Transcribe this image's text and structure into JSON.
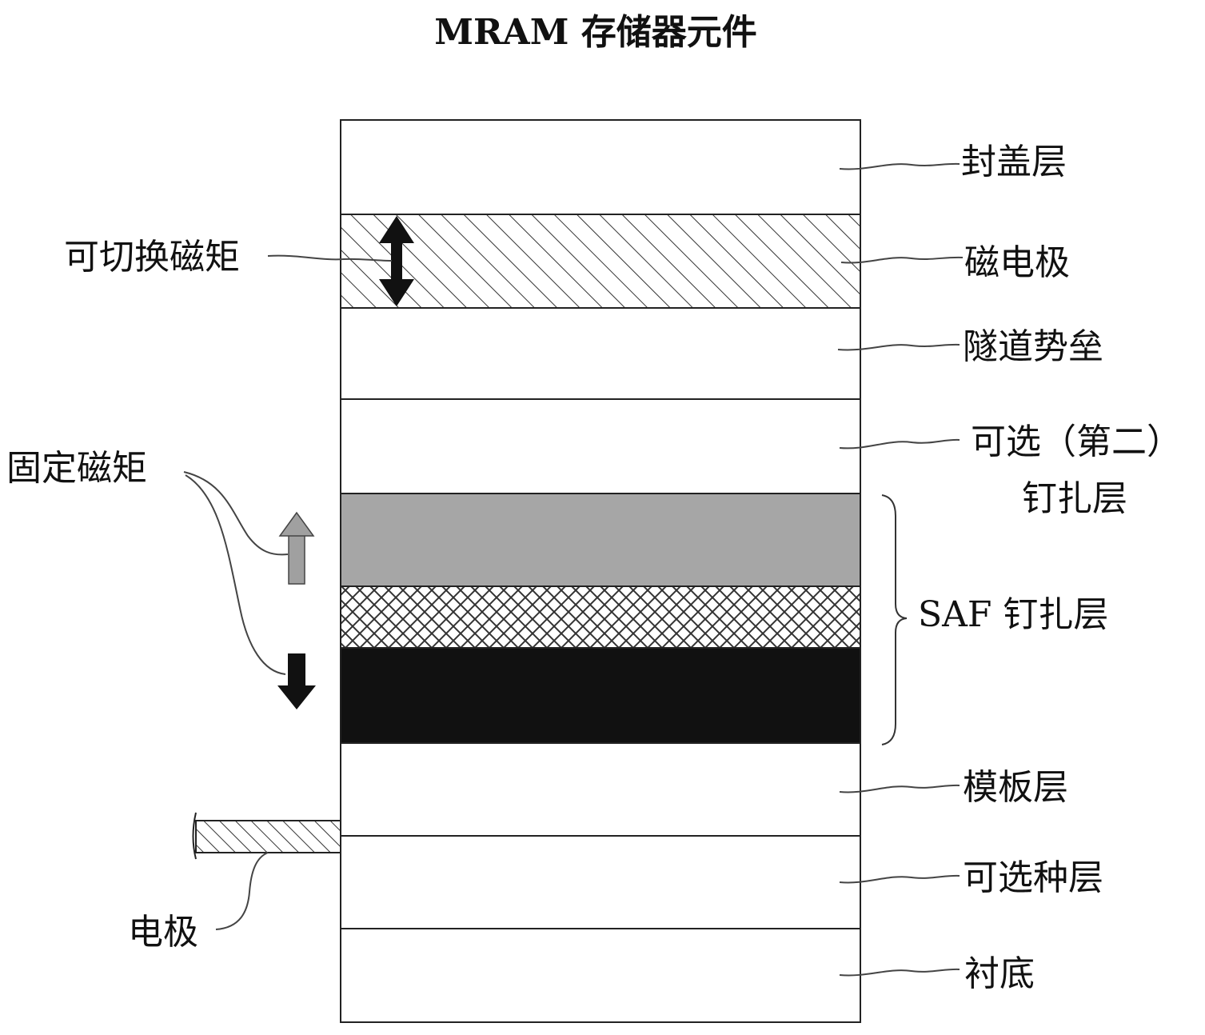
{
  "title": "MRAM 存储器元件",
  "colors": {
    "stroke": "#222222",
    "pinned_top": "#a6a6a6",
    "pinned_bottom": "#111111",
    "arrow_up": "#a0a0a0",
    "arrow_down": "#111111"
  },
  "layers": [
    {
      "id": "capping",
      "label": "封盖层",
      "fill": "#ffffff",
      "pattern": "none"
    },
    {
      "id": "magnetic-electrode",
      "label": "磁电极",
      "fill": "#ffffff",
      "pattern": "diagonal-hatch"
    },
    {
      "id": "tunnel-barrier",
      "label": "隧道势垒",
      "fill": "#ffffff",
      "pattern": "none"
    },
    {
      "id": "optional-second-pinned",
      "label": "可选（第二）",
      "label2": "钉扎层",
      "fill": "#ffffff",
      "pattern": "none"
    },
    {
      "id": "saf-top",
      "label": "",
      "fill": "#a6a6a6",
      "pattern": "none"
    },
    {
      "id": "saf-spacer",
      "label": "",
      "fill": "#ffffff",
      "pattern": "crosshatch"
    },
    {
      "id": "saf-bottom",
      "label": "",
      "fill": "#111111",
      "pattern": "none"
    },
    {
      "id": "template",
      "label": "模板层",
      "fill": "#ffffff",
      "pattern": "none"
    },
    {
      "id": "optional-seed",
      "label": "可选种层",
      "fill": "#ffffff",
      "pattern": "none"
    },
    {
      "id": "substrate",
      "label": "衬底",
      "fill": "#ffffff",
      "pattern": "none"
    }
  ],
  "saf_label": "SAF 钉扎层",
  "left_labels": {
    "switchable_moment": "可切换磁矩",
    "fixed_moment": "固定磁矩",
    "electrode": "电极"
  }
}
